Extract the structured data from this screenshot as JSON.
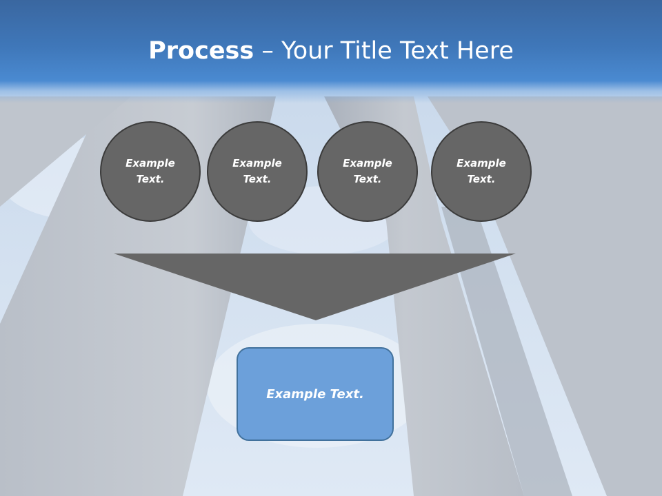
{
  "slide": {
    "title_bold": "Process",
    "title_rest": " – Your Title Text Here"
  },
  "inputs": [
    {
      "label": "Example Text."
    },
    {
      "label": "Example Text."
    },
    {
      "label": "Example Text."
    },
    {
      "label": "Example Text."
    }
  ],
  "output": {
    "label": "Example Text."
  },
  "colors": {
    "title_band": "#3f77b9",
    "circle_fill": "#666666",
    "circle_border": "#3b3b3b",
    "funnel_fill": "#666666",
    "result_fill": "#6ca0da",
    "result_border": "#41719c"
  }
}
